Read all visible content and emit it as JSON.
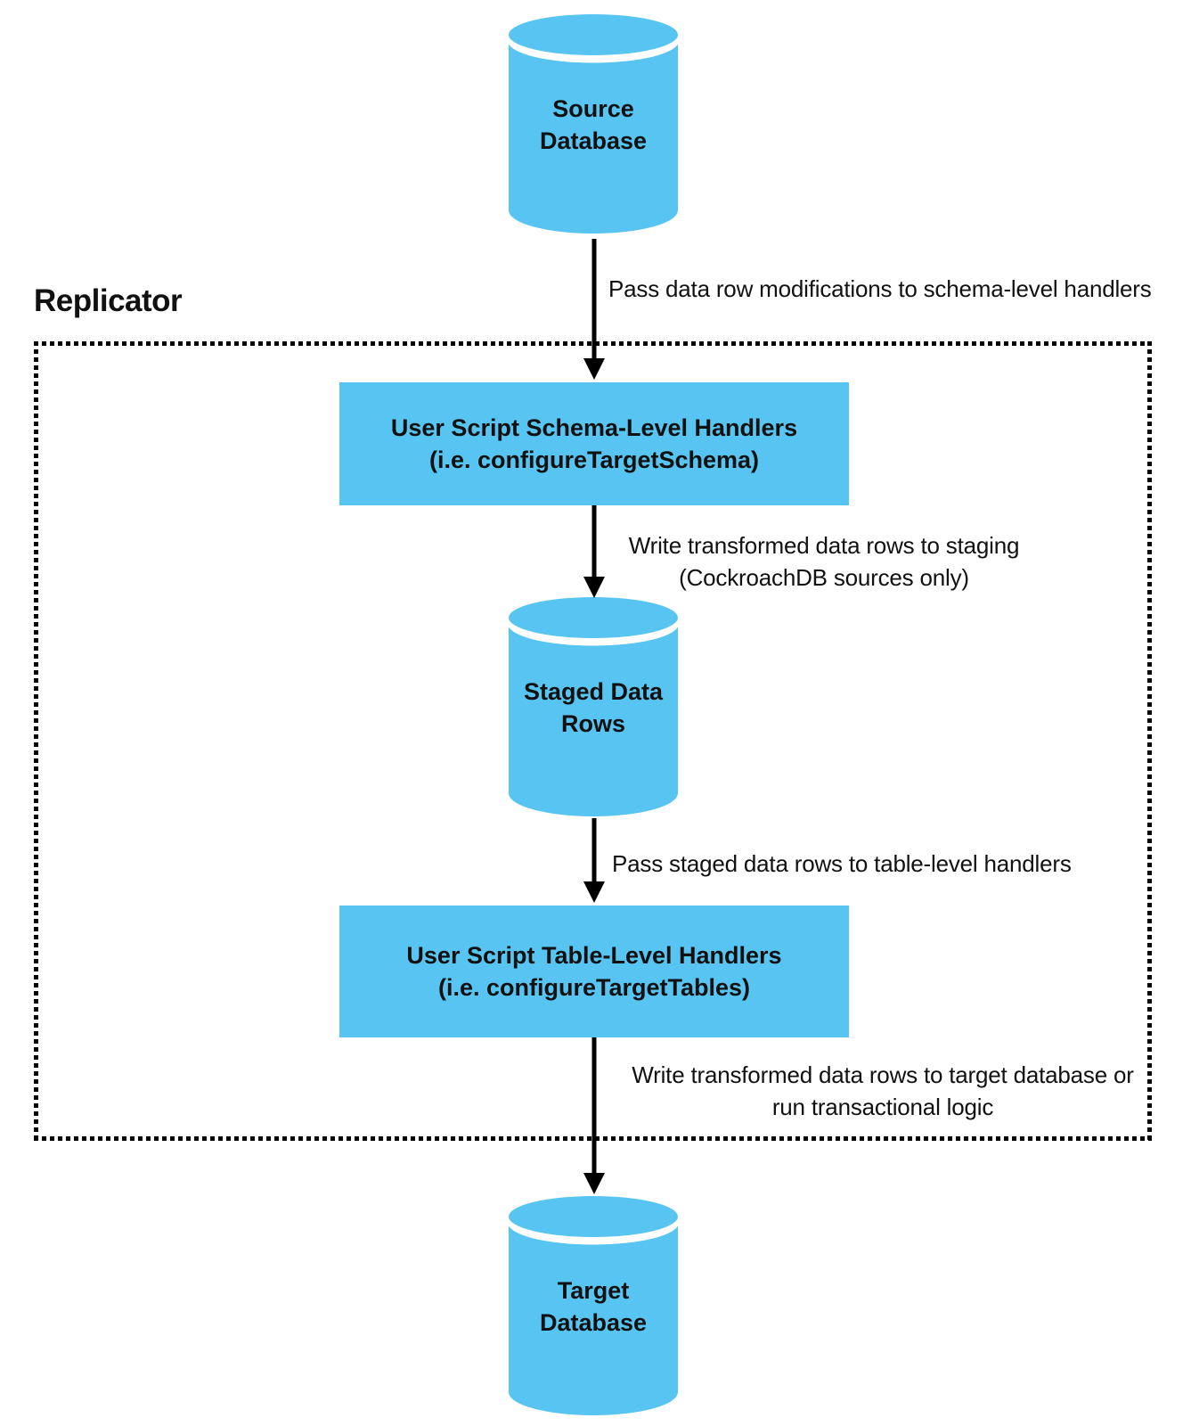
{
  "diagram": {
    "replicator_label": "Replicator",
    "nodes": {
      "source_db": {
        "line1": "Source",
        "line2": "Database"
      },
      "schema_handlers": {
        "line1": "User Script Schema-Level Handlers",
        "line2": "(i.e. configureTargetSchema)"
      },
      "staged_rows": {
        "line1": "Staged Data",
        "line2": "Rows"
      },
      "table_handlers": {
        "line1": "User Script Table-Level Handlers",
        "line2": "(i.e. configureTargetTables)"
      },
      "target_db": {
        "line1": "Target",
        "line2": "Database"
      }
    },
    "edges": {
      "source_to_schema": "Pass data row modifications to schema-level handlers",
      "schema_to_staging_line1": "Write transformed data rows to staging",
      "schema_to_staging_line2": "(CockroachDB sources only)",
      "staging_to_table": "Pass staged data rows to table-level handlers",
      "table_to_target_line1": "Write transformed data rows to target database or",
      "table_to_target_line2": "run transactional logic"
    },
    "colors": {
      "node_fill": "#57C4F1",
      "arrow": "#000000",
      "text": "#111111"
    }
  }
}
